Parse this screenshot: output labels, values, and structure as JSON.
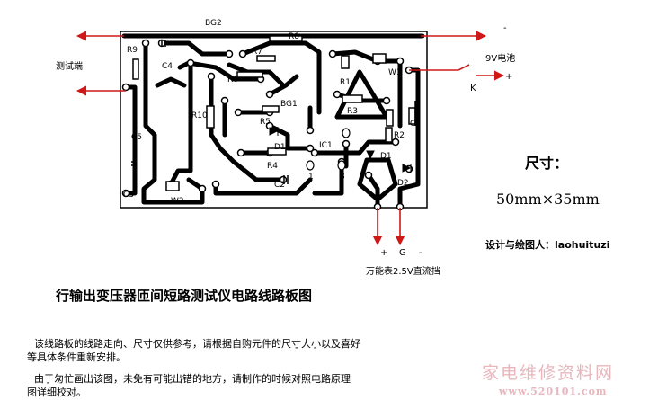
{
  "diagram": {
    "component_labels": {
      "bg2": "BG2",
      "bg1": "BG1",
      "r1": "R1",
      "r2": "R2",
      "r3": "R3",
      "r4": "R4",
      "r5": "R5",
      "r6": "R6",
      "r7": "R7",
      "r8": "R8",
      "r9": "R9",
      "r10": "R10",
      "c1": "C1",
      "c2": "C2",
      "c3": "C3",
      "c4": "C4",
      "c5": "C5",
      "d1": "D1",
      "d1b": "D1",
      "d2": "D2",
      "ic1": "IC1",
      "pin1": "1",
      "pin8": "8",
      "w1": "W1",
      "w2": "W2"
    },
    "terminals": {
      "test_terminal": "测试端",
      "battery": "9V电池",
      "switch": "K",
      "minus_top": "-",
      "plus_right": "+",
      "meter_plus": "+",
      "meter_g": "G",
      "meter_minus": "-"
    },
    "meter_label": "万能表2.5V直流挡"
  },
  "info": {
    "size_label": "尺寸：",
    "size_value": "50mm×35mm",
    "designer_label": "设计与绘图人：",
    "designer_name": "laohuituzi"
  },
  "title": "行输出变压器匝间短路测试仪电路线路板图",
  "notes": {
    "note1_line1": "该线路板的线路走向、尺寸仅供参考，请根据自购元件的尺寸大小以及喜好",
    "note1_line2": "等具体条件重新安排。",
    "note2_line1": "由于匆忙画出该图，未免有可能出错的地方，请制作的时候对照电路原理",
    "note2_line2": "图详细校对。"
  },
  "watermark": {
    "text": "家电维修资料网",
    "url": "www.520101.com"
  },
  "colors": {
    "trace": "#000000",
    "arrow": "#d01818",
    "watermark": "#e7b7bd"
  }
}
